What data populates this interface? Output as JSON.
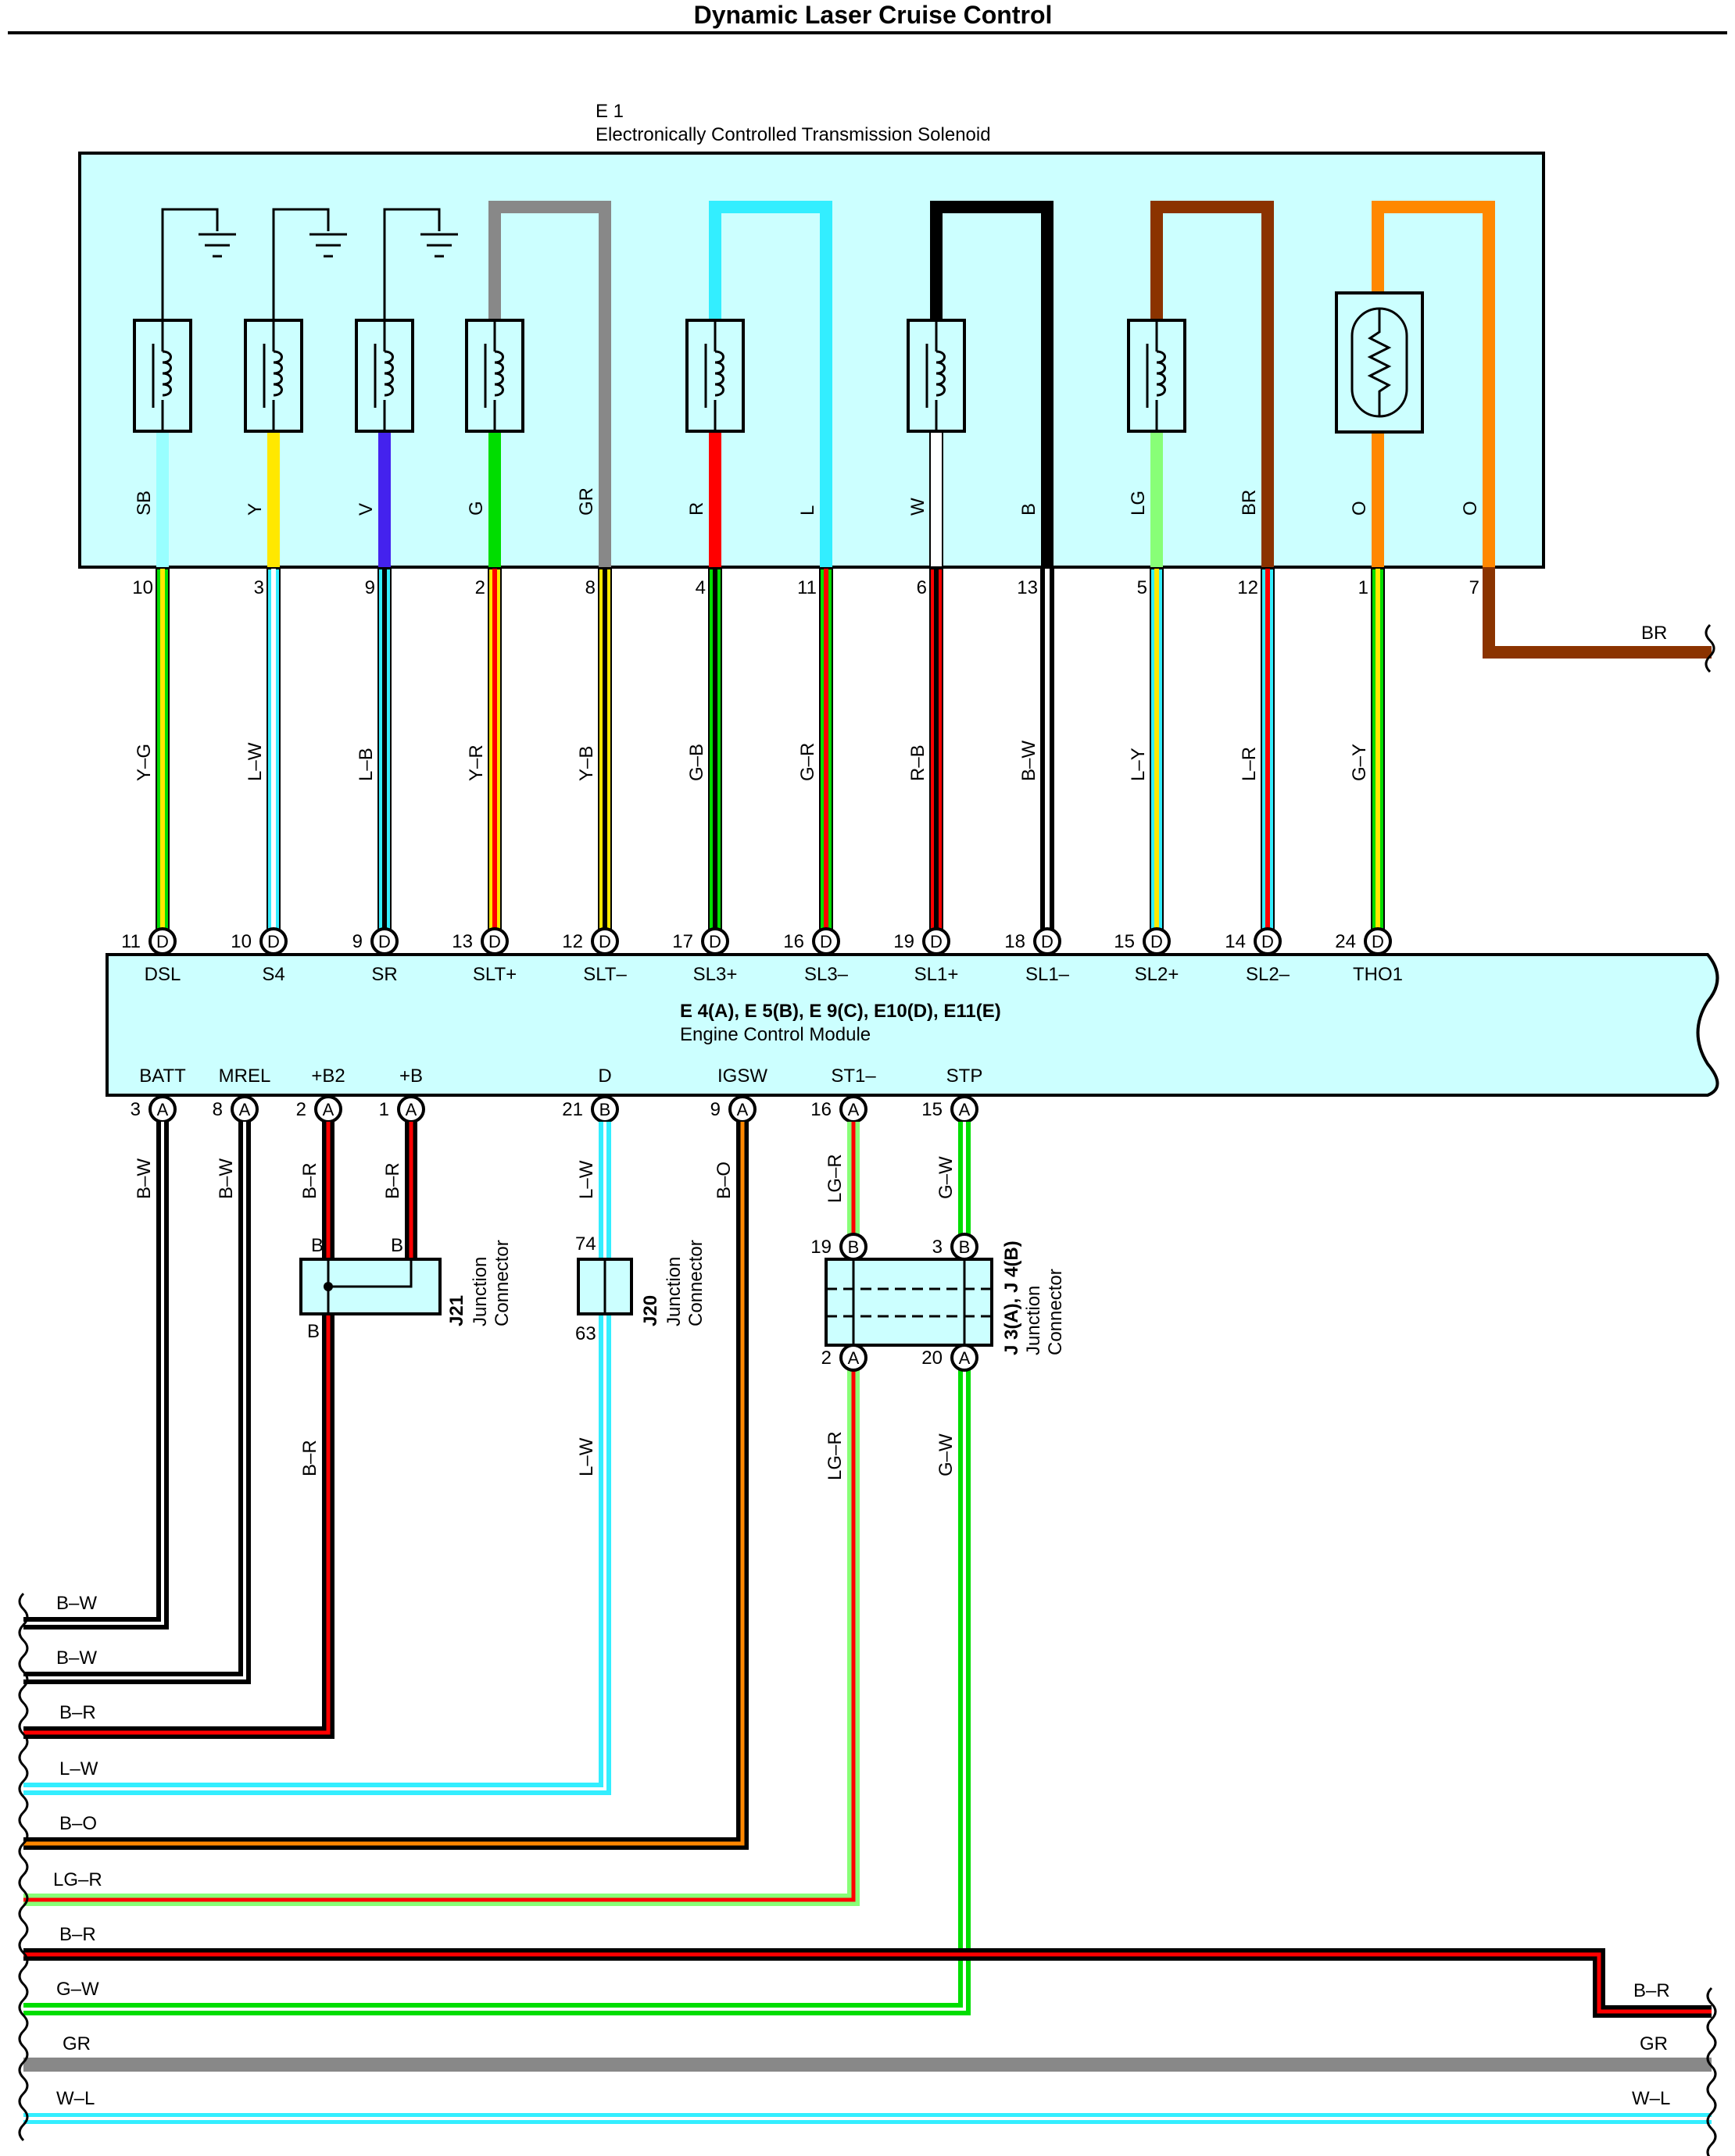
{
  "title": "Dynamic Laser Cruise Control",
  "colors": {
    "box_fill": "#ccffff",
    "SB": "#99ffff",
    "Y": "#ffe800",
    "V": "#4422ee",
    "G": "#00dd00",
    "GR": "#888888",
    "R": "#ff0000",
    "L": "#33eeff",
    "W": "#ffffff",
    "B": "#000000",
    "LG": "#88ff77",
    "BR": "#8b3300",
    "O": "#ff8800"
  },
  "solenoid": {
    "code": "E 1",
    "name": "Electronically Controlled Transmission Solenoid",
    "wire_labels": [
      "SB",
      "Y",
      "V",
      "G",
      "GR",
      "R",
      "L",
      "W",
      "B",
      "LG",
      "BR",
      "O",
      "O"
    ],
    "pins": [
      "10",
      "3",
      "9",
      "2",
      "8",
      "4",
      "11",
      "6",
      "13",
      "5",
      "12",
      "1",
      "7"
    ],
    "exit_wire": "BR"
  },
  "upper_wires": [
    "Y–G",
    "L–W",
    "L–B",
    "Y–R",
    "Y–B",
    "G–B",
    "G–R",
    "R–B",
    "B–W",
    "L–Y",
    "L–R",
    "G–Y"
  ],
  "ecm": {
    "code": "E 4(A), E 5(B), E 9(C), E10(D), E11(E)",
    "name": "Engine Control Module",
    "top_pins": [
      {
        "num": "11",
        "conn": "D",
        "label": "DSL"
      },
      {
        "num": "10",
        "conn": "D",
        "label": "S4"
      },
      {
        "num": "9",
        "conn": "D",
        "label": "SR"
      },
      {
        "num": "13",
        "conn": "D",
        "label": "SLT+"
      },
      {
        "num": "12",
        "conn": "D",
        "label": "SLT–"
      },
      {
        "num": "17",
        "conn": "D",
        "label": "SL3+"
      },
      {
        "num": "16",
        "conn": "D",
        "label": "SL3–"
      },
      {
        "num": "19",
        "conn": "D",
        "label": "SL1+"
      },
      {
        "num": "18",
        "conn": "D",
        "label": "SL1–"
      },
      {
        "num": "15",
        "conn": "D",
        "label": "SL2+"
      },
      {
        "num": "14",
        "conn": "D",
        "label": "SL2–"
      },
      {
        "num": "24",
        "conn": "D",
        "label": "THO1"
      }
    ],
    "bottom_pins": [
      {
        "num": "3",
        "conn": "A",
        "label": "BATT"
      },
      {
        "num": "8",
        "conn": "A",
        "label": "MREL"
      },
      {
        "num": "2",
        "conn": "A",
        "label": "+B2"
      },
      {
        "num": "1",
        "conn": "A",
        "label": "+B"
      },
      {
        "num": "21",
        "conn": "B",
        "label": "D"
      },
      {
        "num": "9",
        "conn": "A",
        "label": "IGSW"
      },
      {
        "num": "16",
        "conn": "A",
        "label": "ST1–"
      },
      {
        "num": "15",
        "conn": "A",
        "label": "STP"
      }
    ]
  },
  "lower_wires": {
    "batt": "B–W",
    "mrel": "B–W",
    "b2": "B–R",
    "b": "B–R",
    "d": "L–W",
    "igsw": "B–O",
    "st1": "LG–R",
    "stp": "G–W",
    "b2_below": "B–R",
    "d_below": "L–W",
    "st1_below": "LG–R",
    "stp_below": "G–W"
  },
  "j21": {
    "code": "J21",
    "name1": "Junction",
    "name2": "Connector",
    "pin_tl": "B",
    "pin_tr": "B",
    "pin_bl": "B"
  },
  "j20": {
    "code": "J20",
    "name1": "Junction",
    "name2": "Connector",
    "pin_top": "74",
    "pin_bottom": "63"
  },
  "j34": {
    "code": "J 3(A), J 4(B)",
    "name1": "Junction",
    "name2": "Connector",
    "pins": [
      {
        "num": "19",
        "conn": "B"
      },
      {
        "num": "3",
        "conn": "B"
      },
      {
        "num": "2",
        "conn": "A"
      },
      {
        "num": "20",
        "conn": "A"
      }
    ]
  },
  "bottom_bus": [
    "B–W",
    "B–W",
    "B–R",
    "L–W",
    "B–O",
    "LG–R",
    "B–R",
    "G–W",
    "GR",
    "W–L"
  ],
  "bottom_right": [
    "B–R",
    "GR",
    "W–L"
  ]
}
